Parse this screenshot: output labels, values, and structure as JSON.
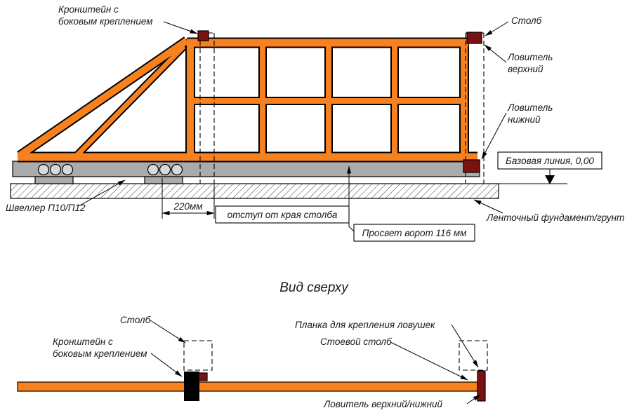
{
  "colors": {
    "frame": "#F8811F",
    "rail": "#ABABAB",
    "wheel": "#D8D8D8",
    "catcher": "#7A1212",
    "text": "#1A1A1A"
  },
  "side_view": {
    "labels": {
      "bracket_line1": "Кронштейн с",
      "bracket_line2": "боковым креплением",
      "post": "Столб",
      "catcher_upper_line1": "Ловитель",
      "catcher_upper_line2": "верхний",
      "catcher_lower_line1": "Ловитель",
      "catcher_lower_line2": "нижний",
      "base_line_box": "Базовая линия, 0,00",
      "channel": "Швеллер П10/П12",
      "dimension_220": "220мм",
      "offset_box": "отступ от края столба",
      "clearance_box": "Просвет ворот 116 мм",
      "foundation": "Ленточный фундамент/грунт"
    }
  },
  "top_view": {
    "title": "Вид сверху",
    "labels": {
      "post": "Столб",
      "bracket_line1": "Кронштейн с",
      "bracket_line2": "боковым креплением",
      "catcher_plate": "Планка для крепления ловушек",
      "stand_post": "Стоевой столб",
      "catcher": "Ловитель верхний/нижний"
    }
  }
}
